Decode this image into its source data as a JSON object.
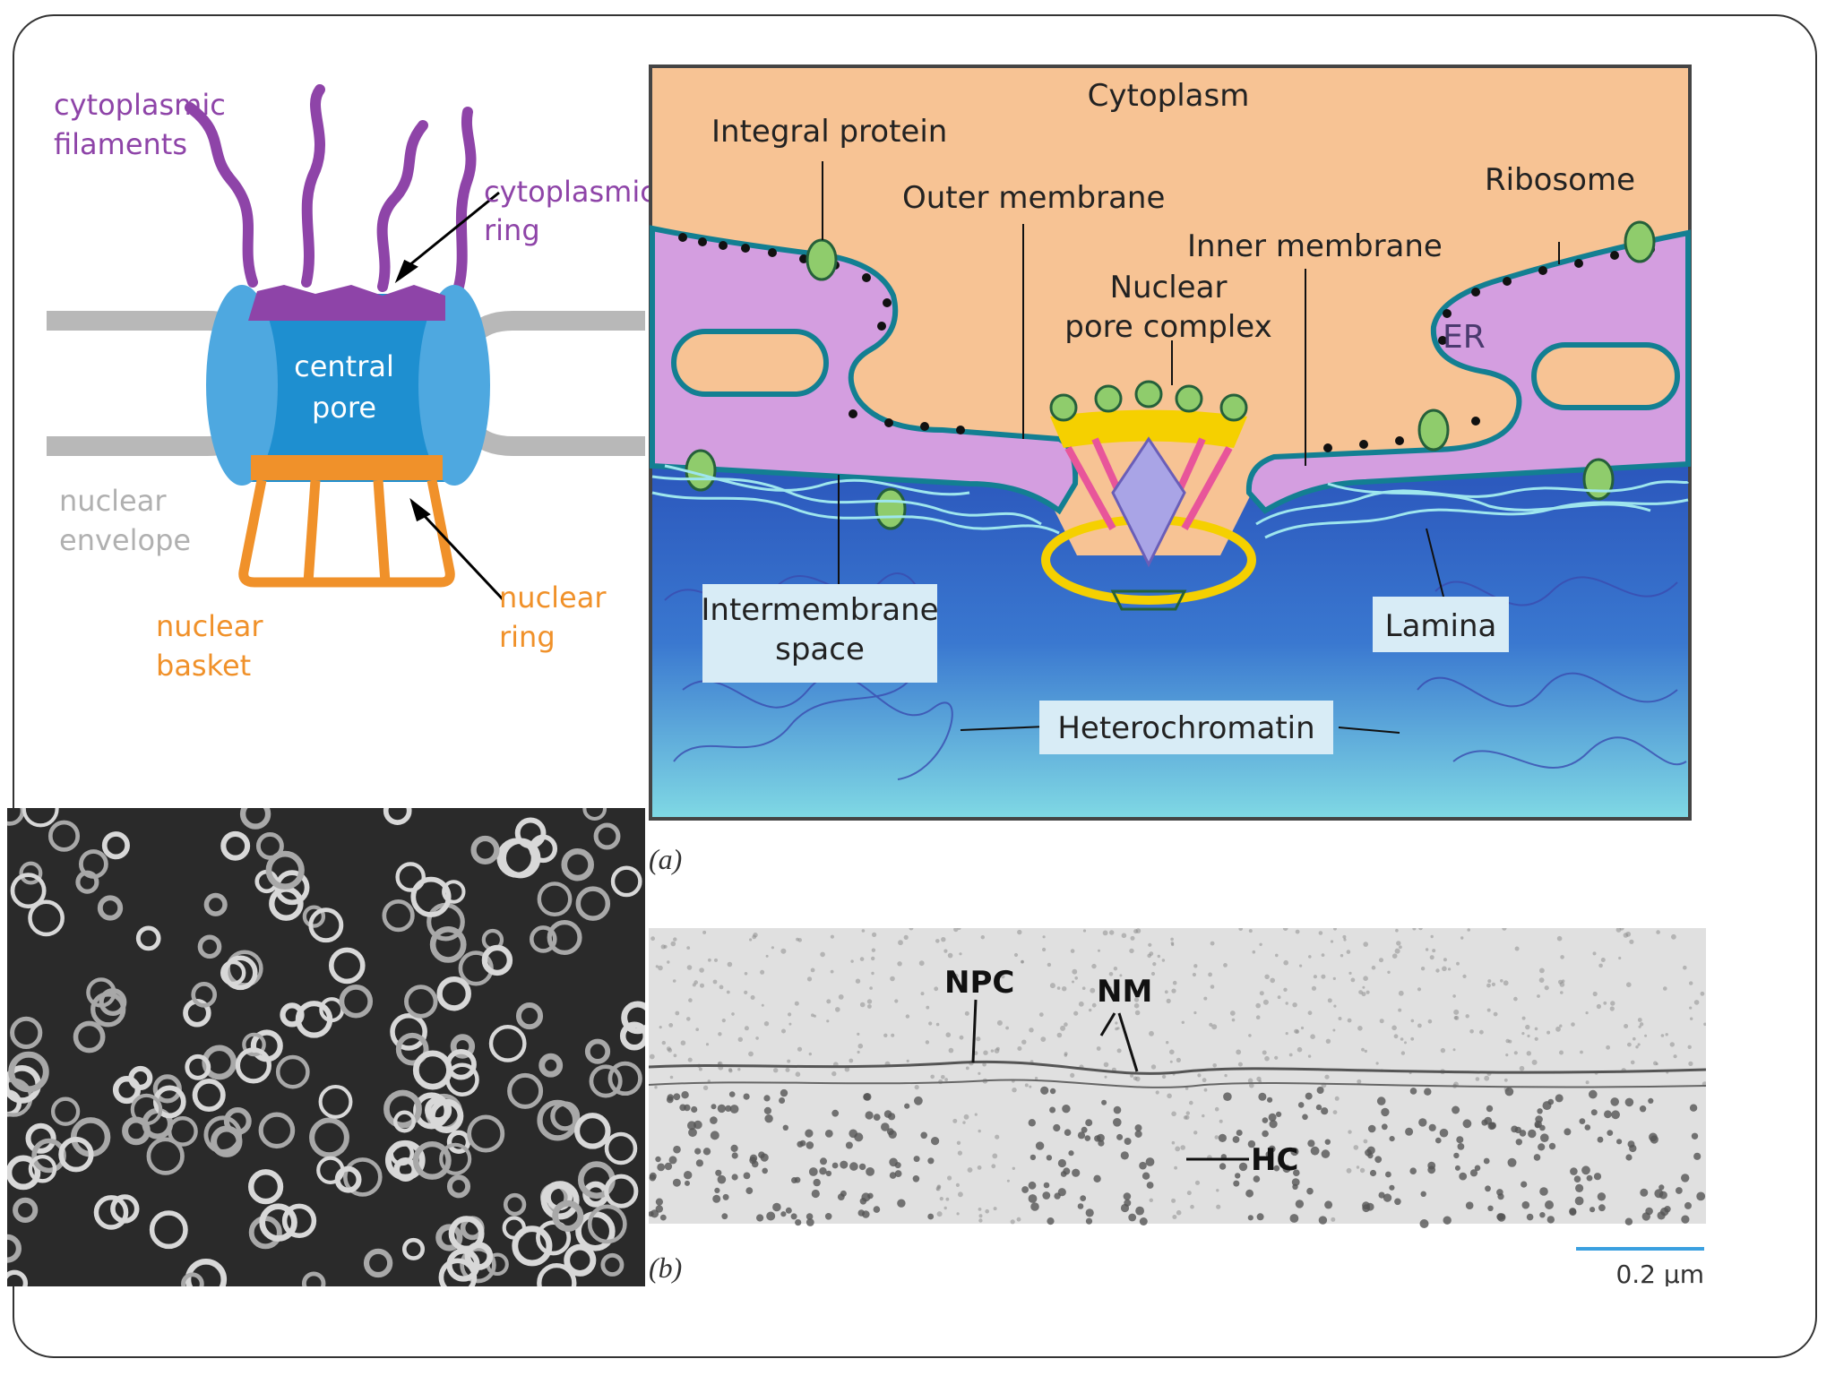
{
  "npc_schematic": {
    "cytoplasmic_filaments": [
      "cytoplasmic",
      "filaments"
    ],
    "cytoplasmic_ring": [
      "cytoplasmic",
      "ring"
    ],
    "central_pore": [
      "central",
      "pore"
    ],
    "nuclear_envelope": [
      "nuclear",
      "envelope"
    ],
    "nuclear_ring": [
      "nuclear",
      "ring"
    ],
    "nuclear_basket": [
      "nuclear",
      "basket"
    ],
    "colors": {
      "purple": "#8e44a8",
      "blue": "#1e8fd0",
      "orange": "#f0912a",
      "gray": "#b8b8b8"
    }
  },
  "envelope_diagram": {
    "cytoplasm": "Cytoplasm",
    "integral_protein": "Integral protein",
    "outer_membrane": "Outer membrane",
    "ribosome": "Ribosome",
    "inner_membrane": "Inner membrane",
    "npc": [
      "Nuclear",
      "pore complex"
    ],
    "er": "ER",
    "intermembrane": [
      "Intermembrane",
      "space"
    ],
    "lamina": "Lamina",
    "heterochromatin": "Heterochromatin",
    "caption": "(a)"
  },
  "micrograph": {
    "npc": "NPC",
    "nm": "NM",
    "hc": "HC",
    "caption": "(b)",
    "scale_bar": "0.2 µm"
  }
}
